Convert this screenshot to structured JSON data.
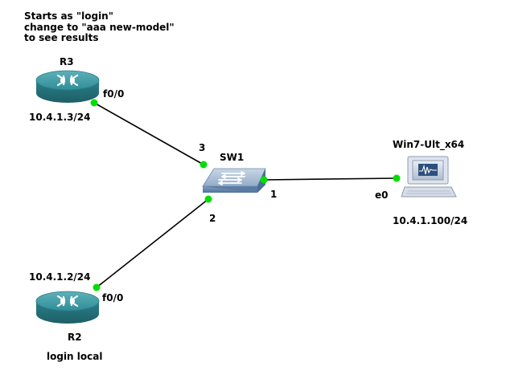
{
  "note": {
    "lines": [
      "Starts as \"login\"",
      "change to \"aaa new-model\"",
      "to see results"
    ]
  },
  "devices": {
    "r3": {
      "name": "R3",
      "ip": "10.4.1.3/24",
      "port": "f0/0",
      "type": "router"
    },
    "r2": {
      "name": "R2",
      "ip": "10.4.1.2/24",
      "port": "f0/0",
      "type": "router",
      "note": "login local"
    },
    "sw1": {
      "name": "SW1",
      "type": "switch",
      "ports": {
        "to_r3": "3",
        "to_r2": "2",
        "to_pc": "1"
      }
    },
    "pc": {
      "name": "Win7-Ult_x64",
      "ip": "10.4.1.100/24",
      "port": "e0",
      "type": "workstation"
    }
  },
  "links": [
    {
      "from": "R3",
      "from_port": "f0/0",
      "to": "SW1",
      "to_port": "3"
    },
    {
      "from": "R2",
      "from_port": "f0/0",
      "to": "SW1",
      "to_port": "2"
    },
    {
      "from": "SW1",
      "from_port": "1",
      "to": "Win7-Ult_x64",
      "to_port": "e0"
    }
  ],
  "colors": {
    "link_up": "#00e000",
    "router_body": "#2f8e99",
    "switch_body": "#6f90b4",
    "line": "#000000"
  }
}
